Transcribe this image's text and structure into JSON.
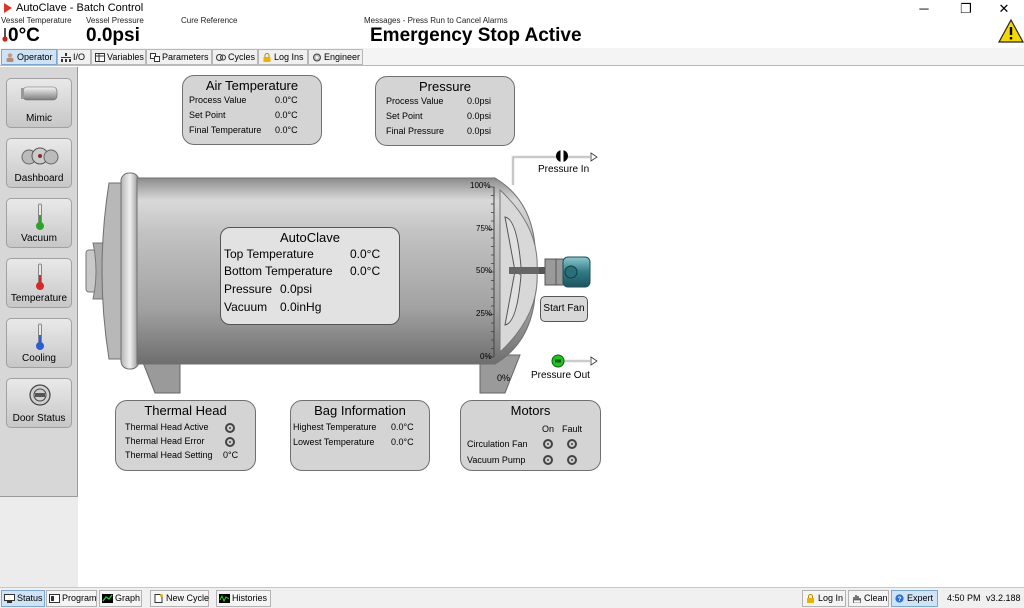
{
  "window": {
    "title": "AutoClave - Batch Control",
    "minimize": "─",
    "restore": "❐",
    "close": "✕"
  },
  "header": {
    "vessel_temp_label": "Vessel Temperature",
    "vessel_temp_value": "0°C",
    "vessel_pressure_label": "Vessel Pressure",
    "vessel_pressure_value": "0.0psi",
    "cure_reference_label": "Cure Reference",
    "messages_label": "Messages - Press Run to Cancel Alarms",
    "message": "Emergency Stop Active"
  },
  "tabs": [
    {
      "label": "Operator",
      "icon": "operator-icon"
    },
    {
      "label": "I/O",
      "icon": "io-icon"
    },
    {
      "label": "Variables",
      "icon": "variables-icon"
    },
    {
      "label": "Parameters",
      "icon": "parameters-icon"
    },
    {
      "label": "Cycles",
      "icon": "cycles-icon"
    },
    {
      "label": "Log Ins",
      "icon": "lock-icon"
    },
    {
      "label": "Engineer",
      "icon": "engineer-icon"
    }
  ],
  "sidebar": {
    "items": [
      {
        "label": "Mimic",
        "icon": "mimic-icon"
      },
      {
        "label": "Dashboard",
        "icon": "dashboard-icon"
      },
      {
        "label": "Vacuum",
        "icon": "vacuum-icon"
      },
      {
        "label": "Temperature",
        "icon": "temperature-icon"
      },
      {
        "label": "Cooling",
        "icon": "cooling-icon"
      },
      {
        "label": "Door Status",
        "icon": "door-status-icon"
      }
    ]
  },
  "air_temperature": {
    "title": "Air Temperature",
    "rows": [
      {
        "label": "Process Value",
        "value": "0.0°C"
      },
      {
        "label": "Set Point",
        "value": "0.0°C"
      },
      {
        "label": "Final Temperature",
        "value": "0.0°C"
      }
    ]
  },
  "pressure_panel": {
    "title": "Pressure",
    "rows": [
      {
        "label": "Process Value",
        "value": "0.0psi"
      },
      {
        "label": "Set Point",
        "value": "0.0psi"
      },
      {
        "label": "Final Pressure",
        "value": "0.0psi"
      }
    ]
  },
  "autoclave": {
    "title": "AutoClave",
    "rows": [
      {
        "label": "Top Temperature",
        "value": "0.0°C"
      },
      {
        "label": "Bottom Temperature",
        "value": "0.0°C"
      },
      {
        "label": "Pressure",
        "value": "0.0psi"
      },
      {
        "label": "Vacuum",
        "value": "0.0inHg"
      }
    ]
  },
  "gauge": {
    "ticks": [
      "100%",
      "75%",
      "50%",
      "25%",
      "0%"
    ],
    "fill_readout": "0%",
    "fill_fraction": 0
  },
  "fan": {
    "button_label": "Start Fan"
  },
  "pressure_in_label": "Pressure In",
  "pressure_out_label": "Pressure Out",
  "thermal_head": {
    "title": "Thermal Head",
    "active_label": "Thermal Head Active",
    "error_label": "Thermal Head Error",
    "setting_label": "Thermal Head Setting",
    "setting_value": "0°C"
  },
  "bag_information": {
    "title": "Bag Information",
    "rows": [
      {
        "label": "Highest Temperature",
        "value": "0.0°C"
      },
      {
        "label": "Lowest Temperature",
        "value": "0.0°C"
      }
    ]
  },
  "motors": {
    "title": "Motors",
    "col_on": "On",
    "col_fault": "Fault",
    "rows": [
      {
        "label": "Circulation Fan"
      },
      {
        "label": "Vacuum Pump"
      }
    ]
  },
  "bottom": {
    "left_buttons": [
      {
        "label": "Status",
        "icon": "status-icon"
      },
      {
        "label": "Program",
        "icon": "program-icon"
      },
      {
        "label": "Graph",
        "icon": "graph-icon"
      },
      {
        "label": "New Cycle",
        "icon": "new-cycle-icon"
      },
      {
        "label": "Histories",
        "icon": "histories-icon"
      }
    ],
    "right_buttons": [
      {
        "label": "Log In",
        "icon": "lock-icon"
      },
      {
        "label": "Clean",
        "icon": "hand-icon"
      },
      {
        "label": "Expert",
        "icon": "help-icon"
      }
    ],
    "time": "4:50 PM",
    "version": "v3.2.188"
  },
  "colors": {
    "accent_tab": "#cfe3f7",
    "panel": "#d4d4d4",
    "warning": "#f5d800",
    "green_valve": "#22c022"
  }
}
